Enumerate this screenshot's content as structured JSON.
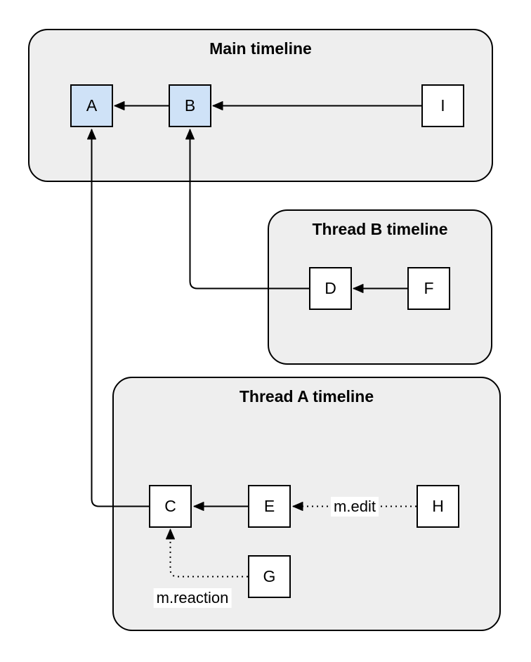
{
  "containers": {
    "main": {
      "title": "Main timeline",
      "events": [
        "A",
        "B",
        "I"
      ]
    },
    "thread_b": {
      "title": "Thread B timeline",
      "events": [
        "D",
        "F"
      ]
    },
    "thread_a": {
      "title": "Thread A timeline",
      "events": [
        "C",
        "E",
        "H",
        "G"
      ]
    }
  },
  "events": {
    "a": {
      "label": "A",
      "highlighted": true
    },
    "b": {
      "label": "B",
      "highlighted": true
    },
    "i": {
      "label": "I",
      "highlighted": false
    },
    "d": {
      "label": "D",
      "highlighted": false
    },
    "f": {
      "label": "F",
      "highlighted": false
    },
    "c": {
      "label": "C",
      "highlighted": false
    },
    "e": {
      "label": "E",
      "highlighted": false
    },
    "h": {
      "label": "H",
      "highlighted": false
    },
    "g": {
      "label": "G",
      "highlighted": false
    }
  },
  "edges": [
    {
      "from": "B",
      "to": "A",
      "style": "solid"
    },
    {
      "from": "I",
      "to": "B",
      "style": "solid"
    },
    {
      "from": "D",
      "to": "B",
      "style": "solid"
    },
    {
      "from": "F",
      "to": "D",
      "style": "solid"
    },
    {
      "from": "C",
      "to": "A",
      "style": "solid"
    },
    {
      "from": "E",
      "to": "C",
      "style": "solid"
    },
    {
      "from": "H",
      "to": "E",
      "style": "dotted",
      "label": "m.edit"
    },
    {
      "from": "G",
      "to": "C",
      "style": "dotted",
      "label": "m.reaction"
    }
  ],
  "colors": {
    "container_fill": "#eeeeee",
    "container_stroke": "#000000",
    "event_fill": "#ffffff",
    "event_highlight_fill": "#cfe2f7",
    "event_stroke": "#000000",
    "edge_color": "#000000",
    "label_background": "#ffffff",
    "page_background": "#ffffff"
  }
}
